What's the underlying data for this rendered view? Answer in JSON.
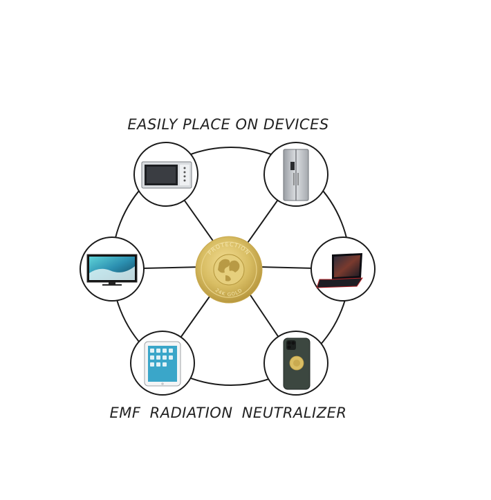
{
  "header": {
    "title": "EASILY PLACE ON DEVICES"
  },
  "footer": {
    "title": "EMF  RADIATION  NEUTRALIZER"
  },
  "center_coin": {
    "top_text": "PROTECTION",
    "bottom_text": "24K GOLD",
    "icon": "globe-icon",
    "color": "#d8bd63"
  },
  "devices": [
    {
      "name": "microwave",
      "icon": "microwave-icon"
    },
    {
      "name": "refrigerator",
      "icon": "refrigerator-icon"
    },
    {
      "name": "television",
      "icon": "tv-icon"
    },
    {
      "name": "laptop",
      "icon": "laptop-icon"
    },
    {
      "name": "tablet",
      "icon": "tablet-icon"
    },
    {
      "name": "smartphone",
      "icon": "smartphone-icon"
    }
  ]
}
